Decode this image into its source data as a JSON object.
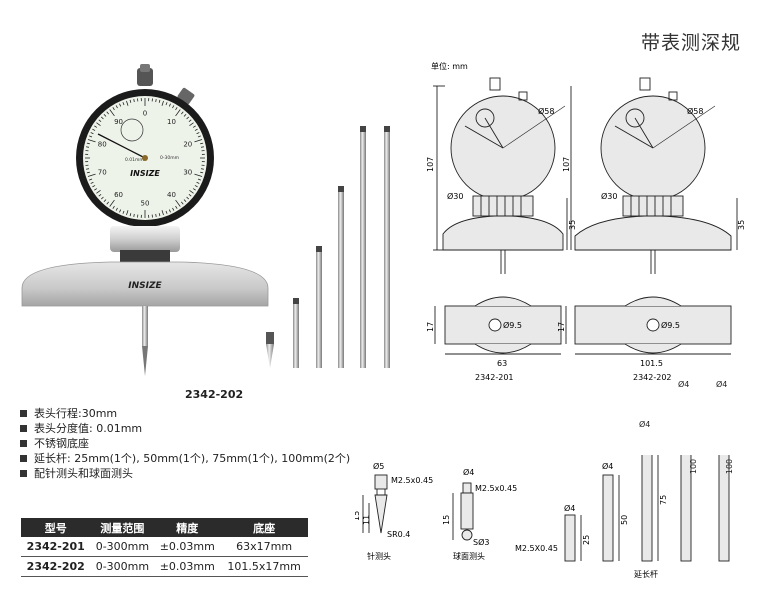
{
  "header": {
    "title": "带表测深规"
  },
  "product": {
    "model_label": "2342-202",
    "dial_brand": "INSIZE",
    "base_brand": "INSIZE"
  },
  "dial": {
    "numbers": [
      "0",
      "10",
      "20",
      "30",
      "40",
      "50",
      "60",
      "70",
      "80",
      "90"
    ],
    "small_scale": "0.01mm",
    "range_text": "0-30mm"
  },
  "drawing": {
    "unit_label": "单位: mm",
    "diameter_dial": "Ø58",
    "diameter_stem": "Ø30",
    "diameter_hole": "Ø9.5",
    "height_total": "107",
    "height_base": "35",
    "thickness": "17",
    "width_a": "63",
    "width_b": "101.5",
    "model_a": "2342-201",
    "model_b": "2342-202"
  },
  "accessories": {
    "needle": {
      "d": "Ø5",
      "thread": "M2.5x0.45",
      "len_total": "15",
      "len_tip": "11",
      "radius": "SR0.4",
      "caption": "针测头"
    },
    "ball": {
      "d": "Ø4",
      "thread": "M2.5x0.45",
      "len_total": "15",
      "ball": "SØ3",
      "caption": "球面测头"
    },
    "rods": {
      "thread": "M2.5X0.45",
      "items": [
        {
          "d": "Ø4",
          "len": "25"
        },
        {
          "d": "Ø4",
          "len": "50"
        },
        {
          "d": "Ø4",
          "len": "75"
        },
        {
          "d": "Ø4",
          "len": "100"
        },
        {
          "d": "Ø4",
          "len": "100"
        }
      ],
      "caption": "延长杆"
    }
  },
  "features": [
    "表头行程:30mm",
    "表头分度值: 0.01mm",
    "不锈钢底座",
    "延长杆: 25mm(1个), 50mm(1个), 75mm(1个), 100mm(2个)",
    "配针测头和球面测头"
  ],
  "spec_table": {
    "headers": [
      "型号",
      "测量范围",
      "精度",
      "底座"
    ],
    "rows": [
      [
        "2342-201",
        "0-300mm",
        "±0.03mm",
        "63x17mm"
      ],
      [
        "2342-202",
        "0-300mm",
        "±0.03mm",
        "101.5x17mm"
      ]
    ]
  }
}
